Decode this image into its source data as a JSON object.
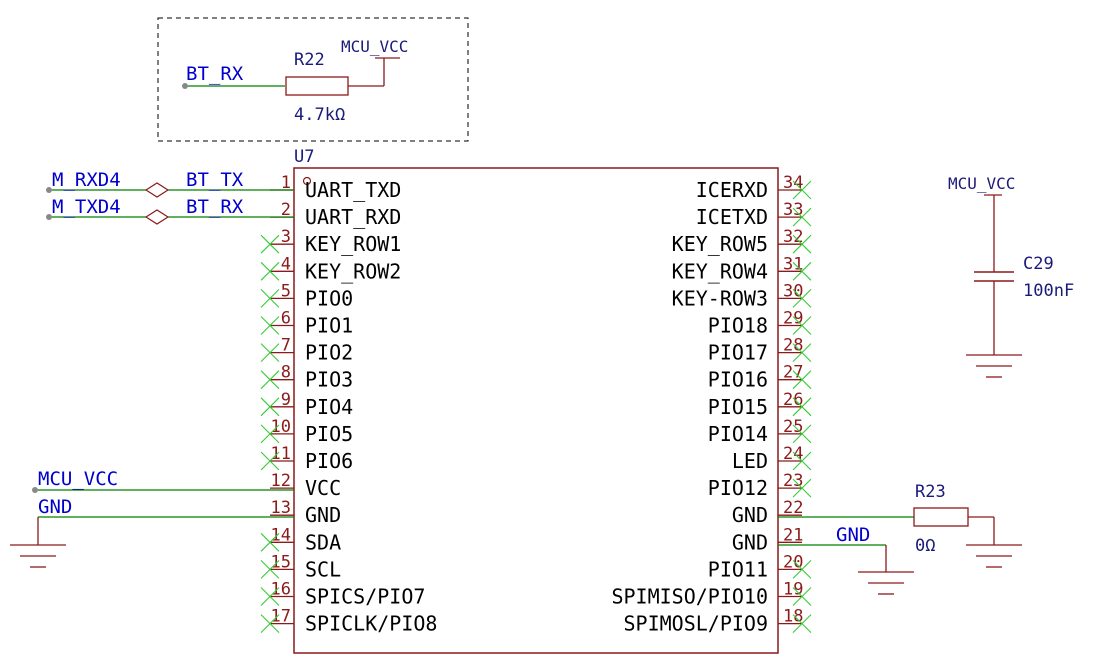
{
  "ic": {
    "ref": "U7",
    "left_pins": [
      {
        "num": "1",
        "name": "UART_TXD",
        "conn": "net"
      },
      {
        "num": "2",
        "name": "UART_RXD",
        "conn": "net"
      },
      {
        "num": "3",
        "name": "KEY_ROW1",
        "conn": "nc"
      },
      {
        "num": "4",
        "name": "KEY_ROW2",
        "conn": "nc"
      },
      {
        "num": "5",
        "name": "PIO0",
        "conn": "nc"
      },
      {
        "num": "6",
        "name": "PIO1",
        "conn": "nc"
      },
      {
        "num": "7",
        "name": "PIO2",
        "conn": "nc"
      },
      {
        "num": "8",
        "name": "PIO3",
        "conn": "nc"
      },
      {
        "num": "9",
        "name": "PIO4",
        "conn": "nc"
      },
      {
        "num": "10",
        "name": "PIO5",
        "conn": "nc"
      },
      {
        "num": "11",
        "name": "PIO6",
        "conn": "nc"
      },
      {
        "num": "12",
        "name": "VCC",
        "conn": "net"
      },
      {
        "num": "13",
        "name": "GND",
        "conn": "net"
      },
      {
        "num": "14",
        "name": "SDA",
        "conn": "nc"
      },
      {
        "num": "15",
        "name": "SCL",
        "conn": "nc"
      },
      {
        "num": "16",
        "name": "SPICS/PIO7",
        "conn": "nc"
      },
      {
        "num": "17",
        "name": "SPICLK/PIO8",
        "conn": "nc"
      }
    ],
    "right_pins": [
      {
        "num": "34",
        "name": "ICERXD",
        "conn": "nc"
      },
      {
        "num": "33",
        "name": "ICETXD",
        "conn": "nc"
      },
      {
        "num": "32",
        "name": "KEY_ROW5",
        "conn": "nc"
      },
      {
        "num": "31",
        "name": "KEY_ROW4",
        "conn": "nc"
      },
      {
        "num": "30",
        "name": "KEY-ROW3",
        "conn": "nc"
      },
      {
        "num": "29",
        "name": "PIO18",
        "conn": "nc"
      },
      {
        "num": "28",
        "name": "PIO17",
        "conn": "nc"
      },
      {
        "num": "27",
        "name": "PIO16",
        "conn": "nc"
      },
      {
        "num": "26",
        "name": "PIO15",
        "conn": "nc"
      },
      {
        "num": "25",
        "name": "PIO14",
        "conn": "nc"
      },
      {
        "num": "24",
        "name": "LED",
        "conn": "nc"
      },
      {
        "num": "23",
        "name": "PIO12",
        "conn": "nc"
      },
      {
        "num": "22",
        "name": "GND",
        "conn": "net"
      },
      {
        "num": "21",
        "name": "GND",
        "conn": "net"
      },
      {
        "num": "20",
        "name": "PIO11",
        "conn": "nc"
      },
      {
        "num": "19",
        "name": "SPIMISO/PIO10",
        "conn": "nc"
      },
      {
        "num": "18",
        "name": "SPIMOSL/PIO9",
        "conn": "nc"
      }
    ]
  },
  "nets": {
    "bt_tx": "BT_TX",
    "bt_rx": "BT_RX",
    "m_rxd4": "M_RXD4",
    "m_txd4": "M_TXD4",
    "mcu_vcc_left": "MCU_VCC",
    "gnd_left": "GND",
    "gnd_right": "GND",
    "bt_rx_pullup": "BT_RX"
  },
  "r22": {
    "ref": "R22",
    "value": "4.7kΩ",
    "power": "MCU_VCC"
  },
  "r23": {
    "ref": "R23",
    "value": "0Ω"
  },
  "c29": {
    "ref": "C29",
    "value": "100nF",
    "power": "MCU_VCC"
  },
  "colors": {
    "wire": "#008000",
    "component": "#8b1a1a",
    "net_label": "#0000cc",
    "nc_marker": "#33cc33",
    "dashed_box": "#000000"
  }
}
